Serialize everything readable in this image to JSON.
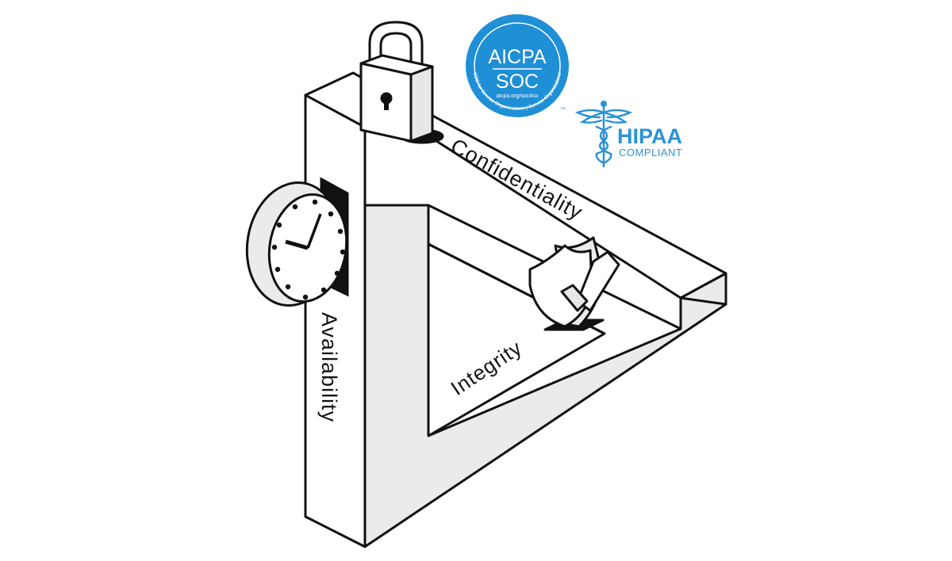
{
  "labels": {
    "confidentiality": "Confidentiality",
    "integrity": "Integrity",
    "availability": "Availability"
  },
  "aicpa_seal": {
    "line1": "AICPA",
    "line2": "SOC",
    "url": "aicpa.org/soc4so",
    "ring_text": "SOC for Service Organizations | Service Organizations",
    "color": "#1f8fd6"
  },
  "hipaa_badge": {
    "tm": "™",
    "title": "HIPAA",
    "subtitle": "COMPLIANT",
    "icon": "caduceus-icon",
    "color": "#2c93d5"
  },
  "icons": {
    "confidentiality": "padlock-icon",
    "availability": "clock-icon",
    "integrity": "shield-check-icon"
  },
  "colors": {
    "outline": "#111111",
    "face_light": "#ffffff",
    "face_shade": "#ebebeb"
  }
}
